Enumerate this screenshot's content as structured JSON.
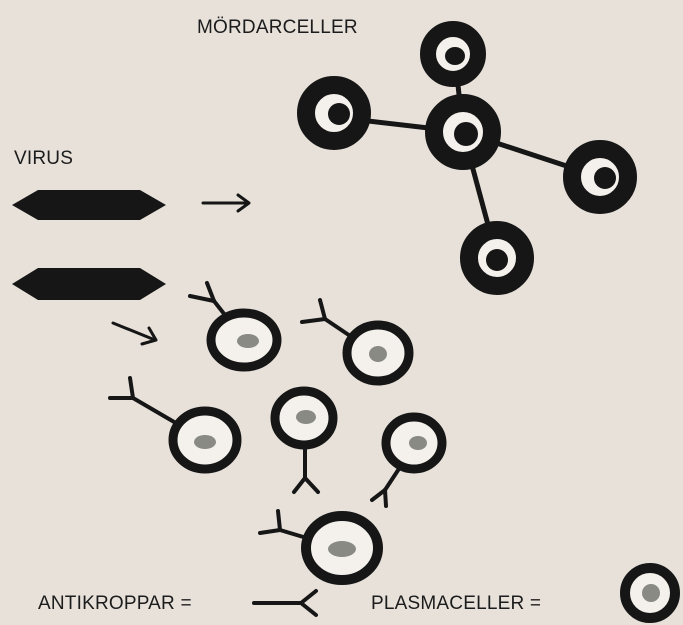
{
  "labels": {
    "killer_cells": "MÖRDARCELLER",
    "virus": "VIRUS",
    "antibodies": "ANTIKROPPAR =",
    "plasma_cells": "PLASMACELLER ="
  },
  "colors": {
    "background": "#e7e1da",
    "ink": "#161616",
    "nucleus_plasma": "#8a8a84",
    "nucleus_killer": "#161616",
    "cell_fill": "#f4f1ec"
  },
  "icons": {
    "virus": "hexagon-virus-icon",
    "arrow": "right-arrow-icon",
    "killer_cell": "ringed-cell-icon",
    "plasma_cell": "ringed-cell-grey-nucleus-icon",
    "antibody": "y-shaped-antibody-icon"
  }
}
